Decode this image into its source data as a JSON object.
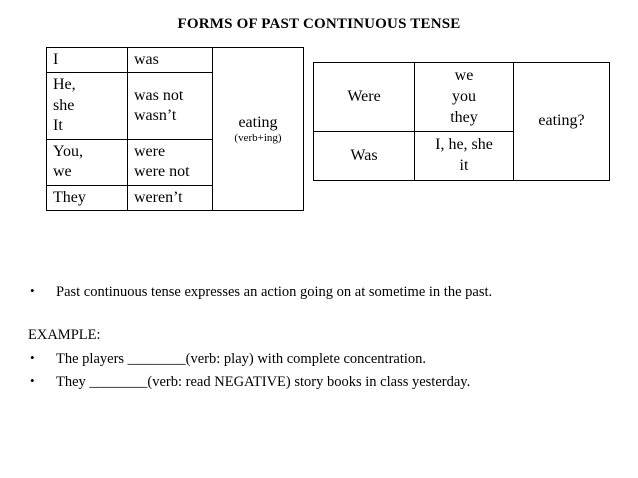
{
  "slide": {
    "title": "FORMS OF PAST CONTINUOUS TENSE"
  },
  "affirmative_table": {
    "rows": [
      {
        "subject": "I",
        "aux": "was"
      },
      {
        "subject": "He,\nshe\nIt",
        "aux": "was not\nwasn’t"
      },
      {
        "subject": "You,\nwe",
        "aux": "were\nwere not"
      },
      {
        "subject": "They",
        "aux": "weren’t"
      }
    ],
    "verb_main": "eating",
    "verb_sub": "(verb+ing)"
  },
  "question_table": {
    "rows": [
      {
        "aux": "Were",
        "subject": "we\nyou\nthey"
      },
      {
        "aux": "Was",
        "subject": "I, he, she\nit"
      }
    ],
    "verb": "eating?"
  },
  "body": {
    "bullets": [
      {
        "mark": "•",
        "text": "Past continuous tense expresses an action going on at sometime in the past."
      }
    ],
    "example_label": "EXAMPLE:",
    "examples": [
      {
        "mark": "•",
        "text": "The players ________(verb: play) with complete concentration."
      },
      {
        "mark": "•",
        "text": "They  ________(verb: read NEGATIVE) story books in class yesterday."
      }
    ]
  }
}
